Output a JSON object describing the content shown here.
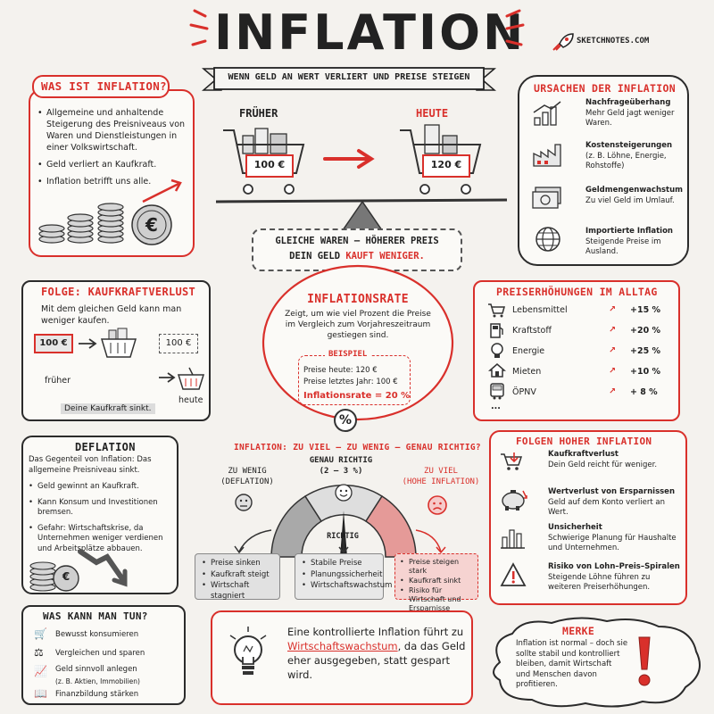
{
  "title": "INFLATION",
  "brand": "SKETCHNOTES.COM",
  "subtitle": "WENN GELD AN WERT VERLIERT UND PREISE STEIGEN",
  "was_ist": {
    "heading": "WAS IST INFLATION?",
    "bullets": [
      "Allgemeine und anhaltende Steigerung des Preisniveaus von Waren und Dienstleistungen in einer Volkswirtschaft.",
      "Geld verliert an Kaufkraft.",
      "Inflation betrifft uns alle."
    ],
    "coin_symbol": "€"
  },
  "compare": {
    "frueher_label": "FRÜHER",
    "heute_label": "HEUTE",
    "frueher_price": "100 €",
    "heute_price": "120 €",
    "caption_line1": "GLEICHE WAREN – HÖHERER PREIS",
    "caption_line2_a": "DEIN GELD ",
    "caption_line2_b": "KAUFT WENIGER."
  },
  "ursachen": {
    "heading": "URSACHEN DER INFLATION",
    "items": [
      {
        "title": "Nachfrageüberhang",
        "text": "Mehr Geld jagt weniger Waren."
      },
      {
        "title": "Kostensteigerungen",
        "text": "(z. B. Löhne, Energie, Rohstoffe)"
      },
      {
        "title": "Geldmengenwachstum",
        "text": "Zu viel Geld im Umlauf."
      },
      {
        "title": "Importierte Inflation",
        "text": "Steigende Preise im Ausland."
      }
    ]
  },
  "folge": {
    "heading": "FOLGE: KAUFKRAFTVERLUST",
    "intro": "Mit dem gleichen Geld kann man weniger kaufen.",
    "price_a": "100 €",
    "price_b": "100 €",
    "frueher": "früher",
    "heute": "heute",
    "note": "Deine Kaufkraft sinkt."
  },
  "rate": {
    "heading": "INFLATIONSRATE",
    "text": "Zeigt, um wie viel Prozent die Preise im Vergleich zum Vorjahreszeitraum gestiegen sind.",
    "example_label": "BEISPIEL",
    "line1": "Preise heute: 120 €",
    "line2": "Preise letztes Jahr: 100 €",
    "line3": "Inflationsrate = 20 %",
    "symbol": "%"
  },
  "alltag": {
    "heading": "PREISERHÖHUNGEN IM ALLTAG",
    "items": [
      {
        "label": "Lebensmittel",
        "value": "+15 %"
      },
      {
        "label": "Kraftstoff",
        "value": "+20 %"
      },
      {
        "label": "Energie",
        "value": "+25 %"
      },
      {
        "label": "Mieten",
        "value": "+10 %"
      },
      {
        "label": "ÖPNV",
        "value": "+ 8 %"
      }
    ],
    "more": "..."
  },
  "deflation": {
    "heading": "DEFLATION",
    "intro": "Das Gegenteil von Inflation: Das allgemeine Preisniveau sinkt.",
    "bullets": [
      "Geld gewinnt an Kaufkraft.",
      "Kann Konsum und Investitionen bremsen.",
      "Gefahr: Wirtschaftskrise, da Unternehmen weniger verdienen und Arbeitsplätze abbauen."
    ],
    "coin_symbol": "€"
  },
  "gauge": {
    "heading": "INFLATION: ZU VIEL – ZU WENIG – GENAU RICHTIG?",
    "low_label": "ZU WENIG",
    "low_sub": "(DEFLATION)",
    "mid_label": "GENAU RICHTIG",
    "mid_sub": "(2 – 3 %)",
    "high_label": "ZU VIEL",
    "high_sub": "(HOHE INFLATION)",
    "needle_label": "RICHTIG",
    "low_items": [
      "Preise sinken",
      "Kaufkraft steigt",
      "Wirtschaft stagniert"
    ],
    "mid_items": [
      "Stabile Preise",
      "Planungssicherheit",
      "Wirtschaftswachstum"
    ],
    "high_items": [
      "Preise steigen stark",
      "Kaufkraft sinkt",
      "Risiko für Wirtschaft und Ersparnisse"
    ]
  },
  "folgen": {
    "heading": "FOLGEN HOHER INFLATION",
    "items": [
      {
        "title": "Kaufkraftverlust",
        "text": "Dein Geld reicht für weniger."
      },
      {
        "title": "Wertverlust von Ersparnissen",
        "text": "Geld auf dem Konto verliert an Wert."
      },
      {
        "title": "Unsicherheit",
        "text": "Schwierige Planung für Haushalte und Unternehmen."
      },
      {
        "title": "Risiko von Lohn–Preis–Spiralen",
        "text": "Steigende Löhne führen zu weiteren Preiserhöhungen."
      }
    ]
  },
  "tun": {
    "heading": "WAS KANN MAN TUN?",
    "items": [
      "Bewusst konsumieren",
      "Vergleichen und sparen",
      "Geld sinnvoll anlegen",
      "Finanzbildung stärken"
    ],
    "sub": "(z. B. Aktien, Immobilien)"
  },
  "kontrolle": {
    "part1": "Eine kontrollierte Inflation führt zu ",
    "highlight": "Wirtschaftswachstum",
    "part2": ", da das Geld eher ausgegeben, statt gespart wird."
  },
  "merke": {
    "heading": "MERKE",
    "text": "Inflation ist normal – doch sie sollte stabil und kontrolliert bleiben, damit Wirtschaft und Menschen davon profitieren."
  },
  "colors": {
    "accent": "#d9302b",
    "ink": "#222222",
    "paper": "#f4f2ee",
    "coin": "#c9c9c9"
  }
}
